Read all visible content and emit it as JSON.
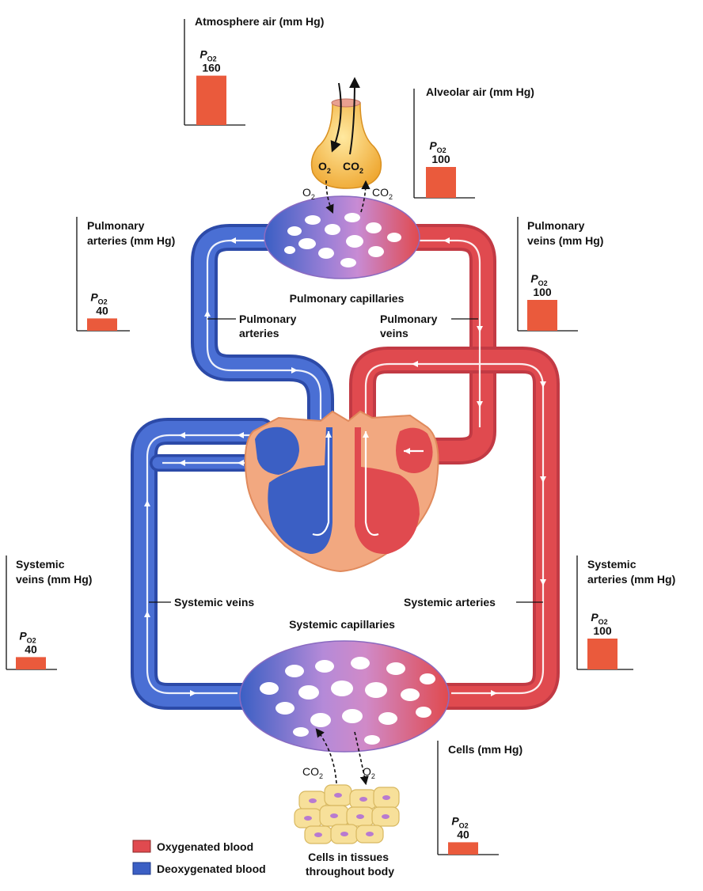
{
  "colors": {
    "oxygenated": "#e04a4f",
    "deoxygenated": "#3b5fc4",
    "bar": "#ea5a3c",
    "heart_tissue": "#f2a880",
    "alveolus": "#f6b93c",
    "cells": "#f7e09a",
    "capillary_mix": "#b88ad8"
  },
  "gauges": [
    {
      "id": "atmosphere",
      "title": [
        "Atmosphere air (mm Hg)"
      ],
      "symbol": "P",
      "subscript": "O2",
      "value": 160
    },
    {
      "id": "alveolar",
      "title": [
        "Alveolar air (mm Hg)"
      ],
      "symbol": "P",
      "subscript": "O2",
      "value": 100
    },
    {
      "id": "pulmonary-arteries",
      "title": [
        "Pulmonary",
        "arteries (mm Hg)"
      ],
      "symbol": "P",
      "subscript": "O2",
      "value": 40
    },
    {
      "id": "pulmonary-veins",
      "title": [
        "Pulmonary",
        "veins (mm Hg)"
      ],
      "symbol": "P",
      "subscript": "O2",
      "value": 100
    },
    {
      "id": "systemic-veins",
      "title": [
        "Systemic",
        "veins (mm Hg)"
      ],
      "symbol": "P",
      "subscript": "O2",
      "value": 40
    },
    {
      "id": "systemic-arteries",
      "title": [
        "Systemic",
        "arteries (mm Hg)"
      ],
      "symbol": "P",
      "subscript": "O2",
      "value": 100
    },
    {
      "id": "cells",
      "title": [
        "Cells (mm Hg)"
      ],
      "symbol": "P",
      "subscript": "O2",
      "value": 40
    }
  ],
  "labels": {
    "pulmonary_capillaries": "Pulmonary capillaries",
    "pulmonary_arteries": [
      "Pulmonary",
      "arteries"
    ],
    "pulmonary_veins": [
      "Pulmonary",
      "veins"
    ],
    "systemic_veins": "Systemic veins",
    "systemic_arteries": "Systemic arteries",
    "systemic_capillaries": "Systemic capillaries",
    "cells_tissues": [
      "Cells in tissues",
      "throughout body"
    ],
    "o2": "O",
    "co2": "CO",
    "sub2": "2"
  },
  "legend": [
    {
      "label": "Oxygenated blood",
      "color": "#e04a4f"
    },
    {
      "label": "Deoxygenated blood",
      "color": "#3b5fc4"
    }
  ]
}
